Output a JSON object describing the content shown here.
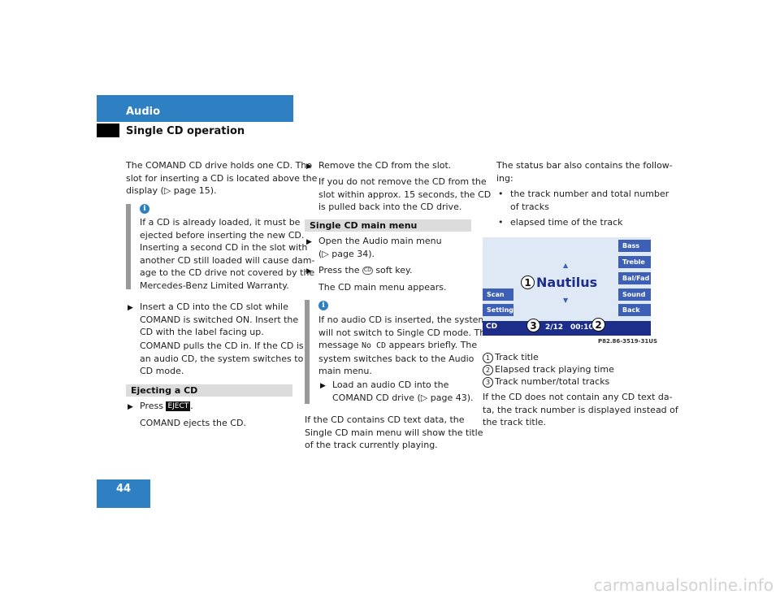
{
  "header": {
    "section": "Audio",
    "subsection": "Single CD operation"
  },
  "page_number": "44",
  "col1": {
    "intro": [
      "The COMAND CD drive holds one CD. The",
      "slot for inserting a CD is located above the",
      "display (▷ page 15)."
    ],
    "info1": [
      "If a CD is already loaded, it must be",
      "ejected before inserting the new CD.",
      "Inserting a second CD in the slot with",
      "another CD still loaded will cause dam-",
      "age to the CD drive not covered by the",
      "Mercedes-Benz Limited Warranty."
    ],
    "step1": [
      "Insert a CD into the CD slot while",
      "COMAND is switched ON. Insert the",
      "CD with the label facing up."
    ],
    "step1_result": [
      "COMAND pulls the CD in. If the CD is",
      "an audio CD, the system switches to",
      "CD mode."
    ],
    "section_eject": "Ejecting a CD",
    "press": "Press",
    "eject_key": "EJECT",
    "press_end": ".",
    "eject_result": "COMAND ejects the CD."
  },
  "col2": {
    "step_remove": "Remove the CD from the slot.",
    "remove_info": [
      "If you do not remove the CD from the",
      "slot within approx. 15 seconds, the CD",
      "is pulled back into the CD drive."
    ],
    "section_main": "Single CD main menu",
    "step_open": [
      "Open the Audio main menu",
      "(▷ page 34)."
    ],
    "step_press": "Press the",
    "cd_key": "CD",
    "step_press_end": "soft key.",
    "menu_appears": "The CD main menu appears.",
    "info2_pre": [
      "If no audio CD is inserted, the system",
      "will not switch to Single CD mode. The"
    ],
    "info2_msg_a": "message",
    "info2_msg_mono": "No CD",
    "info2_msg_b": "appears briefly. The",
    "info2_post": [
      "system switches back to the Audio",
      "main menu."
    ],
    "info2_step": [
      "Load an audio CD into the",
      "COMAND CD drive (▷ page 43)."
    ],
    "text_data": [
      "If the CD contains CD text data, the",
      "Single CD main menu will show the title",
      "of the track currently playing."
    ]
  },
  "col3": {
    "status_intro": [
      "The status bar also contains the follow-",
      "ing:"
    ],
    "bullets": [
      [
        "the track number and total number",
        "of tracks"
      ],
      [
        "elapsed time of the track"
      ]
    ],
    "legend": [
      {
        "num": "1",
        "text": "Track title"
      },
      {
        "num": "2",
        "text": "Elapsed track playing time"
      },
      {
        "num": "3",
        "text": "Track number/total tracks"
      }
    ],
    "no_text": [
      "If the CD does not contain any CD text da-",
      "ta, the track number is displayed instead of",
      "the track title."
    ]
  },
  "screen": {
    "right_buttons": [
      "Bass",
      "Treble",
      "Bal/Fad",
      "Sound",
      "Back"
    ],
    "left_buttons": [
      "Scan",
      "Setting"
    ],
    "title": "Nautilus",
    "mode": "CD",
    "track": "2/12",
    "time": "00:10",
    "callouts": [
      "1",
      "2",
      "3"
    ],
    "code": "P82.86-3519-31US"
  },
  "watermark": "carmanualsonline.info",
  "colors": {
    "accent": "#2f7fc3",
    "screen_button": "#3d5fb5",
    "status_bar": "#1d2d8a"
  }
}
